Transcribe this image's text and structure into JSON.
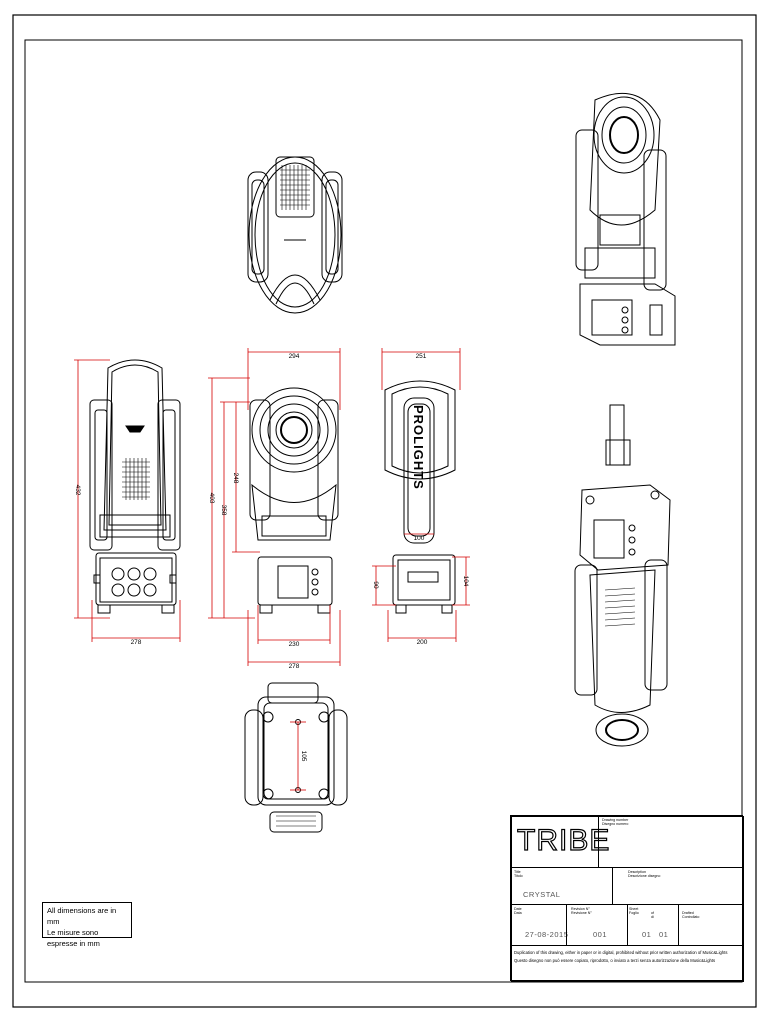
{
  "drawing": {
    "dimensions": {
      "front_height": "432",
      "front_width": "278",
      "side_total_height": "403",
      "side_mid_height": "358",
      "side_head_height": "248",
      "side_head_width": "294",
      "side_base_width": "230",
      "side_overall_width": "278",
      "rear_head_width": "251",
      "rear_yoke_width": "100",
      "rear_base_left": "90",
      "rear_base_right": "104",
      "rear_base_width": "200",
      "bottom_hole_spacing": "105"
    },
    "brand_on_arm": "PROLIGHTS",
    "note_line1": "All dimensions are in mm",
    "note_line2": "Le misure sono espresse in mm"
  },
  "title_block": {
    "logo": "TRIBE",
    "drawing_number_label": "Drawing number",
    "drawing_number_label_it": "Disegno numero",
    "title_label": "Title",
    "title_label_it": "Titolo",
    "title_value": "CRYSTAL",
    "description_label": "Description",
    "description_label_it": "Descrizione disegno",
    "date_label": "Date",
    "date_label_it": "Data",
    "revision_label": "Revision N°",
    "revision_label_it": "Revisione N°",
    "sheet_label": "Sheet",
    "sheet_label_it": "Foglio",
    "of_label": "of",
    "of_label_it": "di",
    "drafted_label": "Drafted",
    "drafted_label_it": "Controllato",
    "date_value": "27-08-2015",
    "revision_value": "001",
    "sheet_value": "01",
    "of_value": "01",
    "legal_en": "Duplication of this drawing, either in paper or in digital, prohibited without prior written authorization of Music&Lights",
    "legal_it": "Questo disegno non può essere copiato, riprodotto, o inviato a terzi senza autorizzazione della Music&Lights"
  }
}
